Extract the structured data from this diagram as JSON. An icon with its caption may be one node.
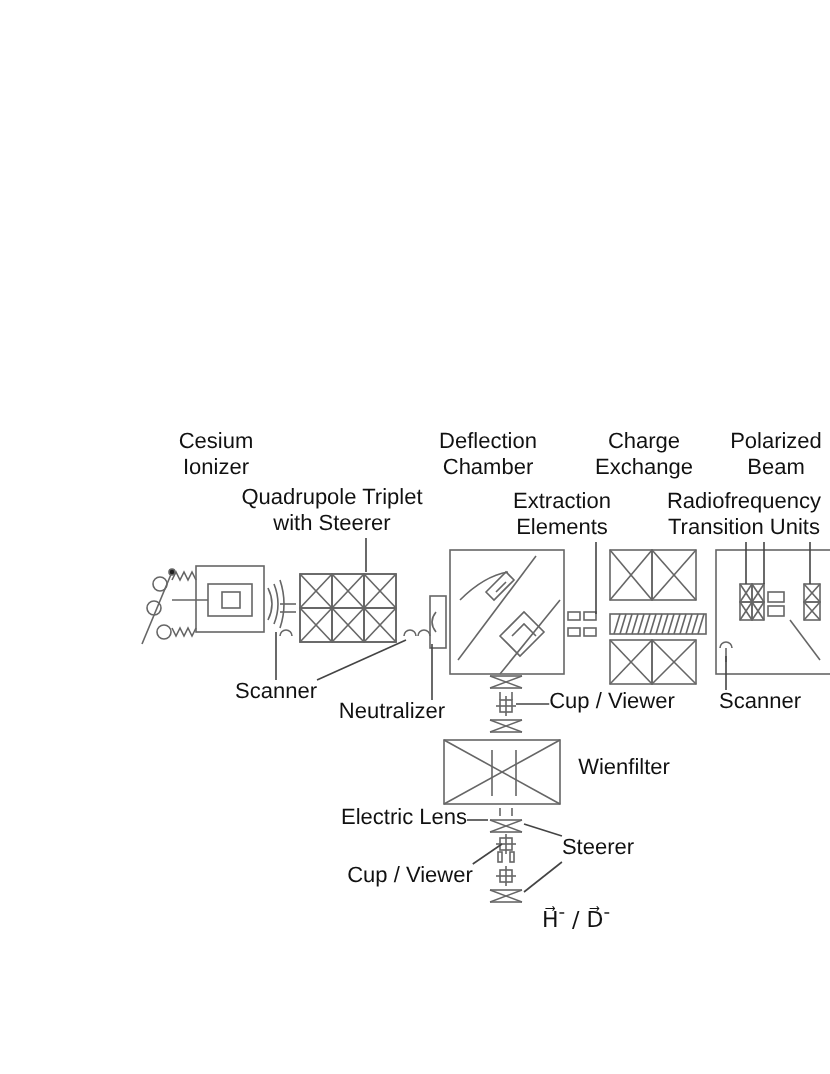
{
  "diagram": {
    "nodes": [
      {
        "text": [
          "Quadrupole Triplet with Steerer"
        ]
      },
      {
        "text": [
          "Extraction Elements"
        ]
      },
      {
        "text": [
          "Radiofrequency Transition Units"
        ]
      },
      {
        "text": [
          "Scanner"
        ]
      },
      {
        "text": [
          "Neutralizer"
        ]
      },
      {
        "text": [
          "Cup / Viewer"
        ]
      },
      {
        "text": [
          "Scanner"
        ]
      },
      {
        "text": [
          "Electric Lens"
        ]
      },
      {
        "text": [
          "Steerer"
        ]
      },
      {
        "text": [
          "Cup / Viewer"
        ]
      }
    ],
    "edges": [
      {
        "from": 0,
        "to": null,
        "arrow": "none"
      },
      {
        "from": 1,
        "to": null,
        "arrow": "none"
      },
      {
        "from": 2,
        "to": null,
        "arrow": "none"
      },
      {
        "from": 2,
        "to": null,
        "arrow": "none"
      },
      {
        "from": 2,
        "to": null,
        "arrow": "none"
      },
      {
        "from": 3,
        "to": null,
        "arrow": "none"
      },
      {
        "from": 3,
        "to": null,
        "arrow": "none"
      },
      {
        "from": 4,
        "to": null,
        "arrow": "none"
      },
      {
        "from": 5,
        "to": null,
        "arrow": "none"
      },
      {
        "from": 6,
        "to": null,
        "arrow": "none"
      },
      {
        "from": 7,
        "to": null,
        "arrow": "none"
      },
      {
        "from": 8,
        "to": null,
        "arrow": "none"
      },
      {
        "from": 8,
        "to": null,
        "arrow": "none"
      },
      {
        "from": 9,
        "to": null,
        "arrow": "none"
      }
    ],
    "labels": [
      "Cesium Ionizer",
      "Deflection Chamber",
      "Charge Exchange",
      "Polarized Beam",
      "Wienfilter",
      "H⃗$^{-}$ / D⃗$^{-}$"
    ]
  }
}
